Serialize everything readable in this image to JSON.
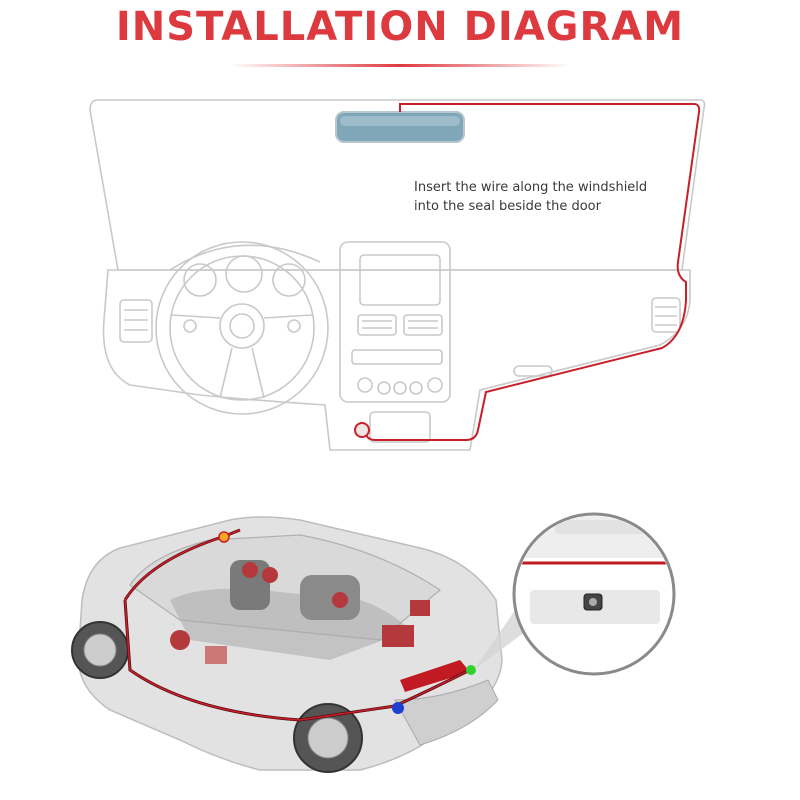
{
  "title": "INSTALLATION DIAGRAM",
  "caption": {
    "line1": "Insert the wire along the windshield",
    "line2": "into the seal beside the door"
  },
  "colors": {
    "title": "#dd3a3f",
    "wire": "#c8202a",
    "outline": "#c9c9c9",
    "marker_orange": "#f5a623",
    "marker_blue": "#1f3fd1",
    "marker_green": "#2fd12f"
  }
}
